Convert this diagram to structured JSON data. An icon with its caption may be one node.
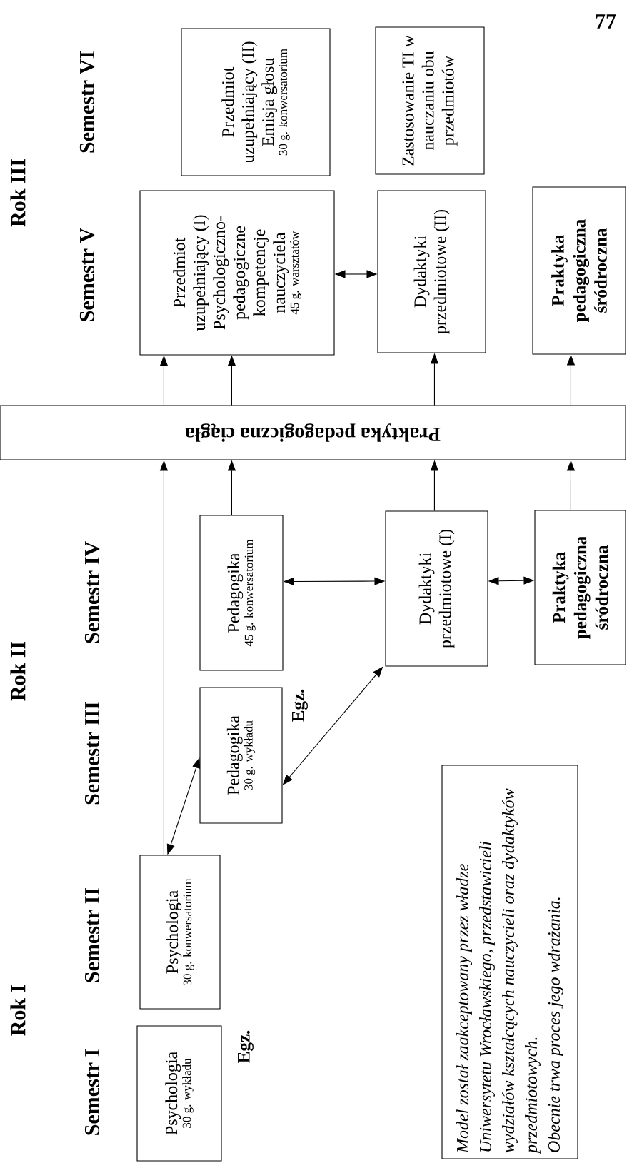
{
  "diagram": {
    "nodes": [
      {
        "text": [
          "Psychologia",
          "30 g. wykładu"
        ]
      },
      {
        "text": [
          "Psychologia",
          "30 g. konwersatorium"
        ]
      },
      {
        "text": [
          "Pedagogika",
          "30 g. wykładu"
        ]
      },
      {
        "text": [
          "Pedagogika",
          "45 g. konwersatorium"
        ]
      },
      {
        "text": [
          "Dydaktyki przedmiotowe (I)"
        ]
      },
      {
        "text": [
          "Praktyka pedagogiczna śródroczna"
        ]
      },
      {
        "text": [
          "Praktyka pedagogiczna ciągła"
        ]
      },
      {
        "text": [
          "Przedmiot uzupełniający (I)",
          "Psychologiczno-pedagogiczne kompetencje nauczyciela",
          "45 g. warsztatów"
        ]
      },
      {
        "text": [
          "Dydaktyki przedmiotowe (II)"
        ]
      },
      {
        "text": [
          "Praktyka pedagogiczna śródroczna"
        ]
      },
      {
        "text": [
          "Przedmiot uzupełniający (II)",
          "Emisja głosu",
          "30 g. konwersatorium"
        ]
      },
      {
        "text": [
          "Zastosowanie TI w nauczaniu obu przedmiotów"
        ]
      },
      {
        "text": [
          "Model został zaakceptowany przez władze Uniwersytetu Wrocławskiego, przedstawicieli wydziałów kształcących nauczycieli oraz dydaktyków przedmiotowych.",
          "Obecnie trwa proces jego wdrażania."
        ]
      }
    ],
    "edges": [
      {
        "from": 1,
        "to": 2,
        "arrow": "both"
      },
      {
        "from": 1,
        "to": 6,
        "arrow": "to"
      },
      {
        "from": 2,
        "to": 4,
        "arrow": "both"
      },
      {
        "from": 3,
        "to": 6,
        "arrow": "to"
      },
      {
        "from": 3,
        "to": 4,
        "arrow": "both"
      },
      {
        "from": 4,
        "to": 5,
        "arrow": "both"
      },
      {
        "from": 4,
        "to": 6,
        "arrow": "to"
      },
      {
        "from": 5,
        "to": 6,
        "arrow": "to"
      },
      {
        "from": 6,
        "to": 7,
        "arrow": "to"
      },
      {
        "from": 6,
        "to": 7,
        "arrow": "to"
      },
      {
        "from": 6,
        "to": 8,
        "arrow": "to"
      },
      {
        "from": 6,
        "to": 9,
        "arrow": "to"
      },
      {
        "from": 7,
        "to": 8,
        "arrow": "both"
      }
    ],
    "labels": [
      "Rok I",
      "Rok II",
      "Rok III",
      "Semestr I",
      "Semestr II",
      "Semestr III",
      "Semestr IV",
      "Semestr V",
      "Semestr VI",
      "Egz.",
      "Egz.",
      "77"
    ]
  }
}
